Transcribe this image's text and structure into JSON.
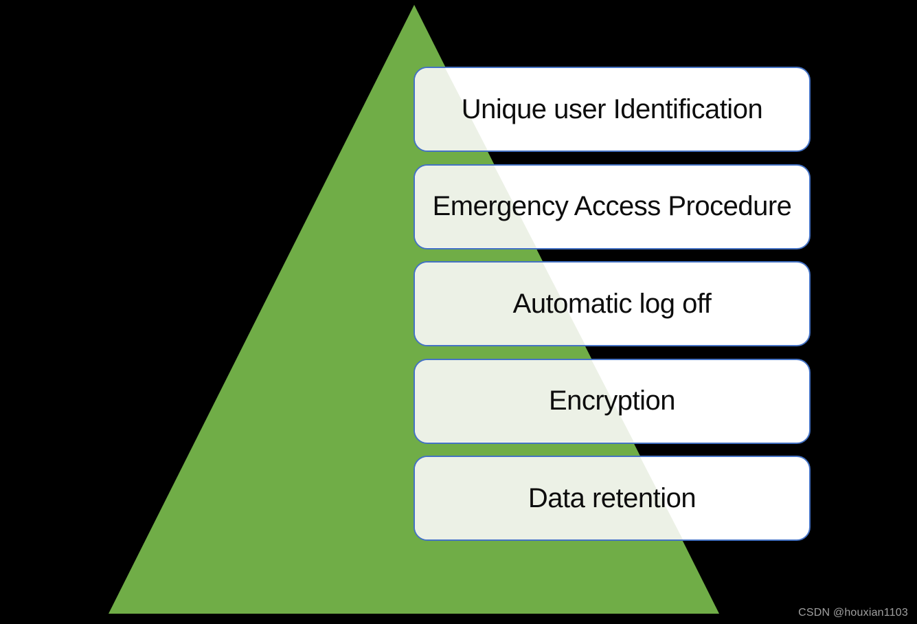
{
  "colors": {
    "background": "#000000",
    "pyramid-green": "#70ad47",
    "tint": "#ecf1e6",
    "box-border": "#4472c4",
    "box-fill": "#ffffff",
    "text": "#0d0d0d",
    "watermark": "#a0a0a0"
  },
  "pyramid_layers": [
    "Unique user Identification",
    "Emergency Access Procedure",
    "Automatic log off",
    "Encryption",
    "Data retention"
  ],
  "watermark": {
    "text": "CSDN @houxian1103"
  }
}
